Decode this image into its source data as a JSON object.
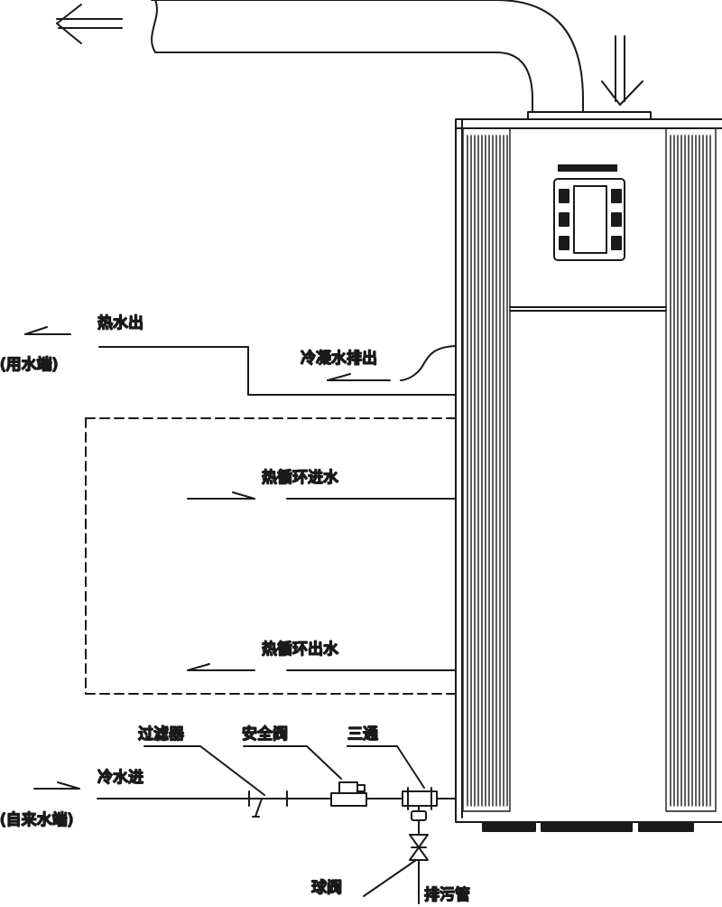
{
  "labels": {
    "hot_out": "热水出",
    "user_end": "(用水端)",
    "condensate": "冷凝水排出",
    "circ_in": "热循环进水",
    "circ_out": "热循环出水",
    "filter": "过滤器",
    "safety_valve": "安全阀",
    "tee": "三通",
    "cold_in": "冷水进",
    "tap_end": "(自来水端)",
    "ball_valve": "球阀",
    "drain": "排污管"
  },
  "colors": {
    "line": "#1a1a1a",
    "background": "#ffffff"
  }
}
